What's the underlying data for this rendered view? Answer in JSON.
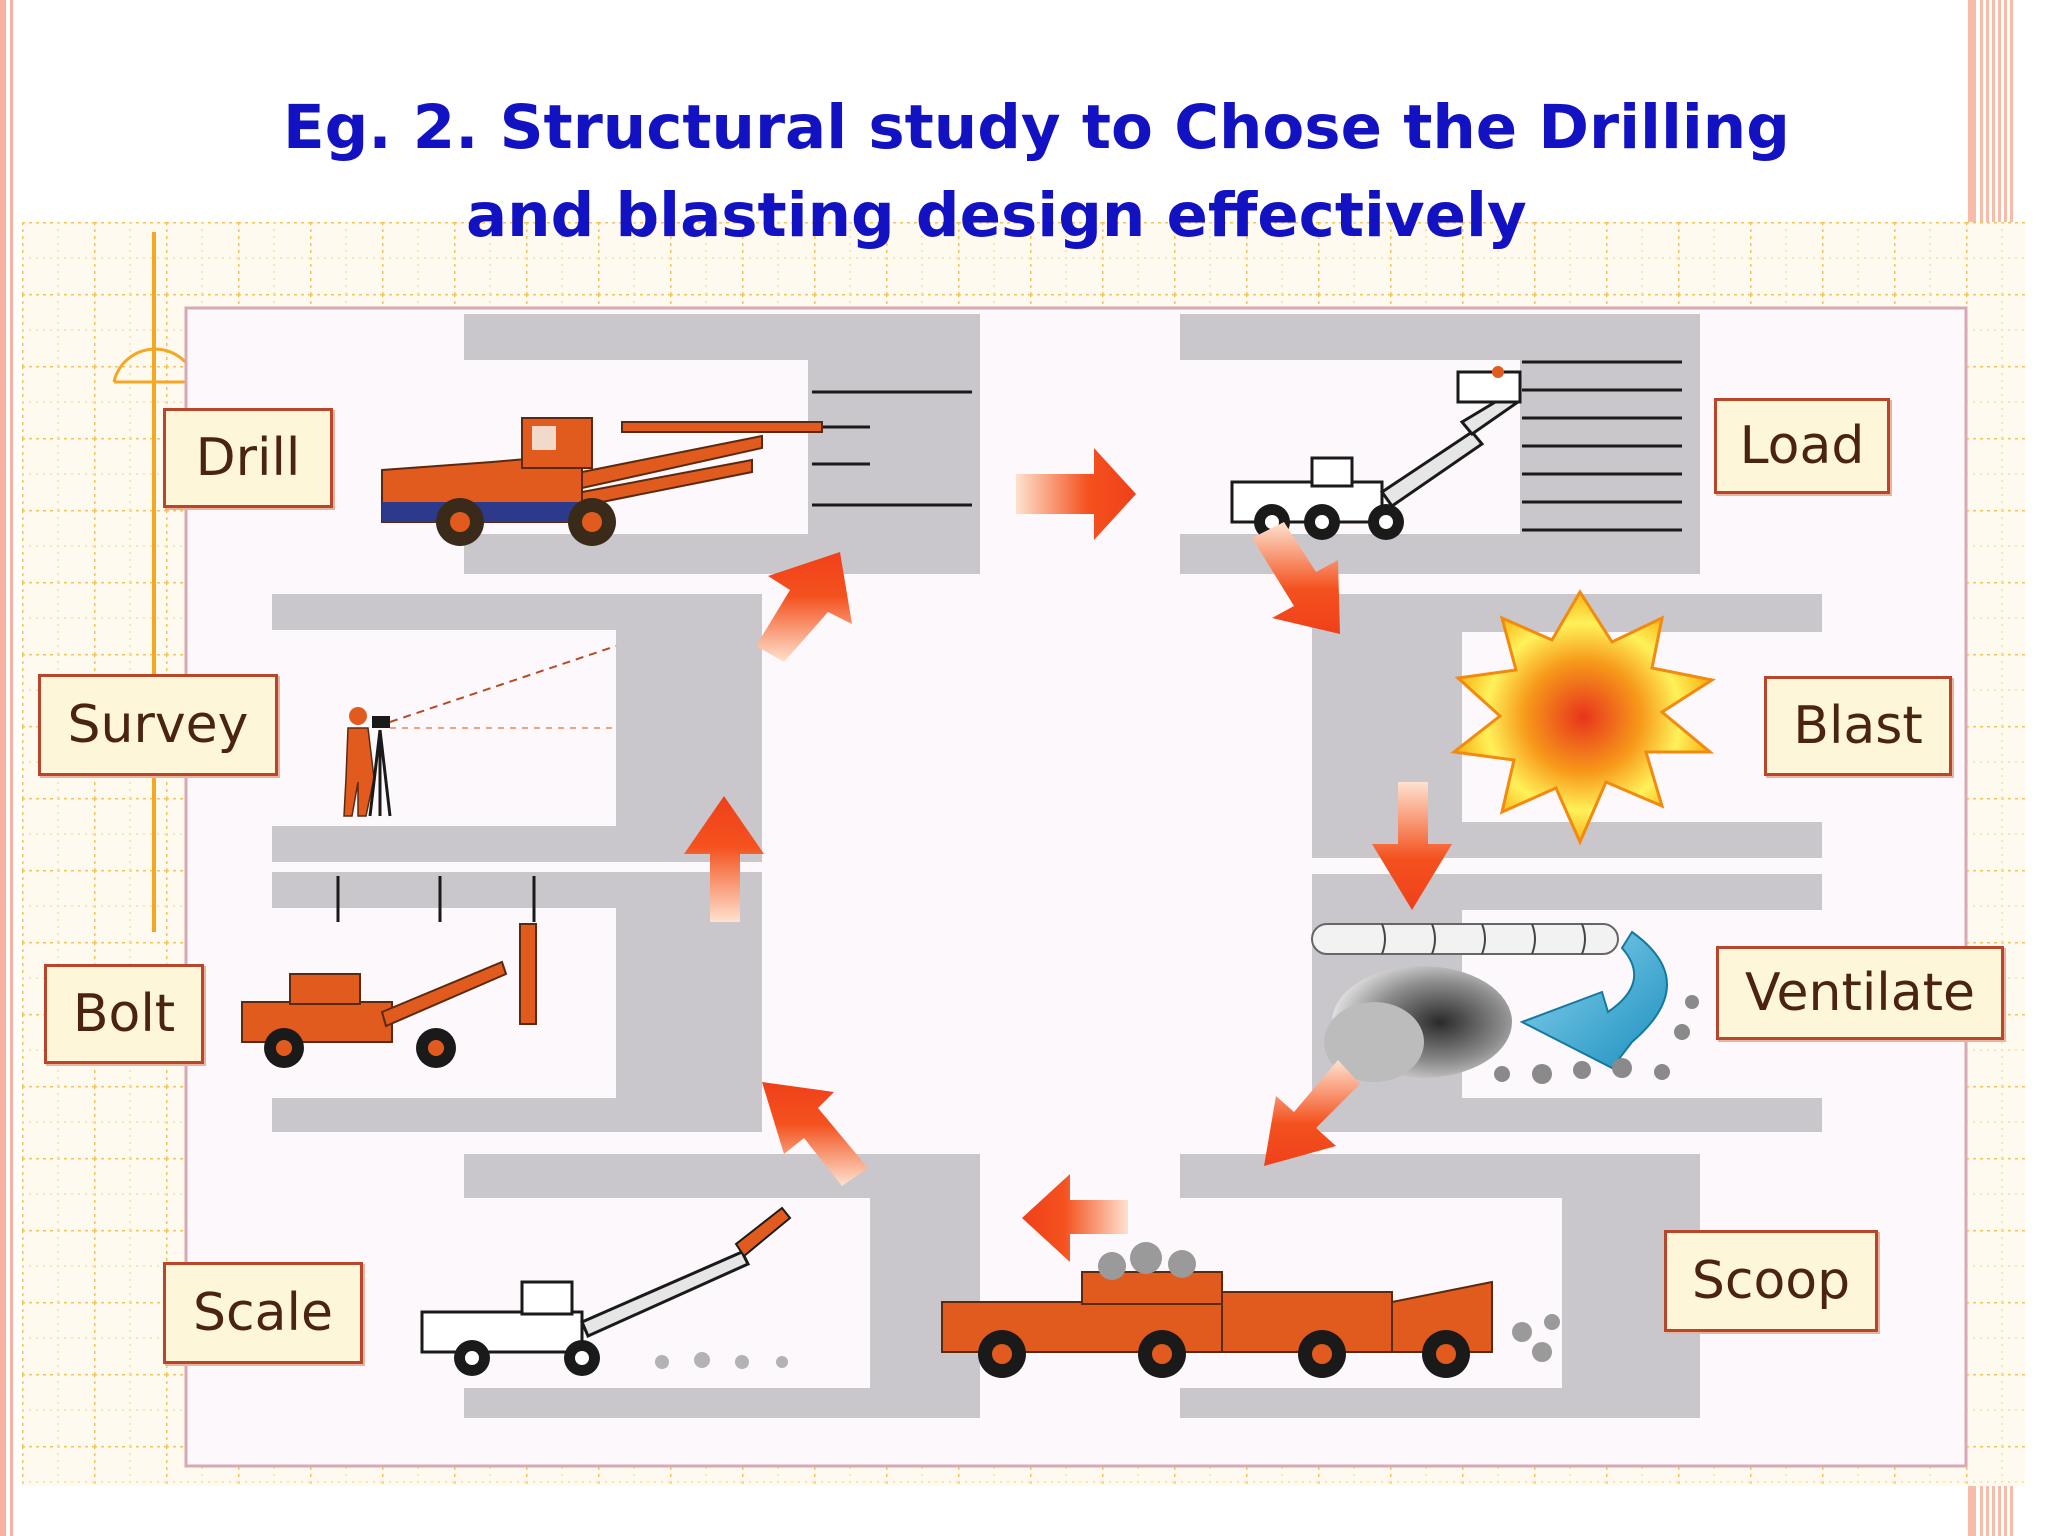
{
  "slide": {
    "title_line1": "Eg. 2. Structural study to Chose the Drilling",
    "title_line2": "and blasting  design effectively"
  },
  "diagram": {
    "steps": [
      {
        "id": "drill",
        "label": "Drill"
      },
      {
        "id": "load",
        "label": "Load"
      },
      {
        "id": "blast",
        "label": "Blast"
      },
      {
        "id": "ventilate",
        "label": "Ventilate"
      },
      {
        "id": "scoop",
        "label": "Scoop"
      },
      {
        "id": "scale",
        "label": "Scale"
      },
      {
        "id": "bolt",
        "label": "Bolt"
      },
      {
        "id": "survey",
        "label": "Survey"
      }
    ]
  },
  "colors": {
    "title": "#1212c2",
    "label_fill": "#fdf6d8",
    "label_border": "#b9462a",
    "label_text": "#4a2410",
    "arrow": "#f4511e",
    "tunnel": "#c9c7cb",
    "machine": "#e25b1e",
    "grid": "#f1c35f",
    "border_pink": "#f6b1a1"
  }
}
